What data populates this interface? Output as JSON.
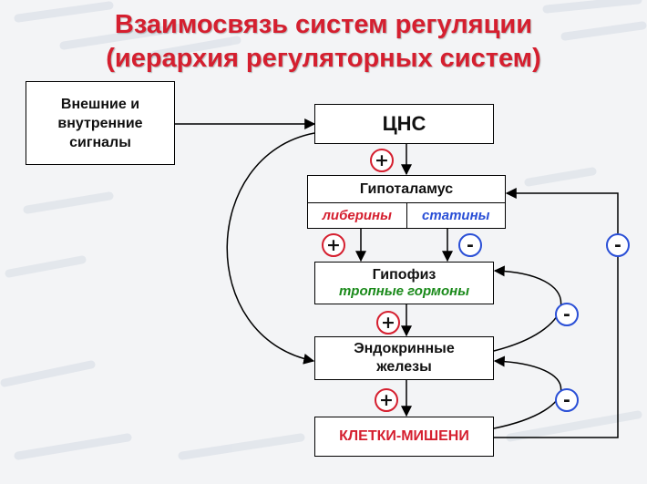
{
  "title": {
    "line1": "Взаимосвязь систем регуляции",
    "line2": "(иерархия регуляторных систем)"
  },
  "nodes": {
    "signals": [
      "Внешние и",
      "внутренние",
      "сигналы"
    ],
    "cns": "ЦНС",
    "hypothalamus": "Гипоталамус",
    "liberins": "либерины",
    "statins": "статины",
    "pituitary": "Гипофиз",
    "tropic_hormones": "тропные гормоны",
    "endocrine": [
      "Эндокринные",
      "железы"
    ],
    "targets": "КЛЕТКИ-МИШЕНИ"
  },
  "signs": {
    "plus": "+",
    "minus": "-"
  },
  "colors": {
    "title": "#d51f2f",
    "liberins": "#d51f2f",
    "statins": "#2a4fd6",
    "tropic_hormones": "#1a8a1a",
    "targets": "#d51f2f",
    "plus_ring": "#d51f2f",
    "minus_ring": "#2a4fd6"
  }
}
